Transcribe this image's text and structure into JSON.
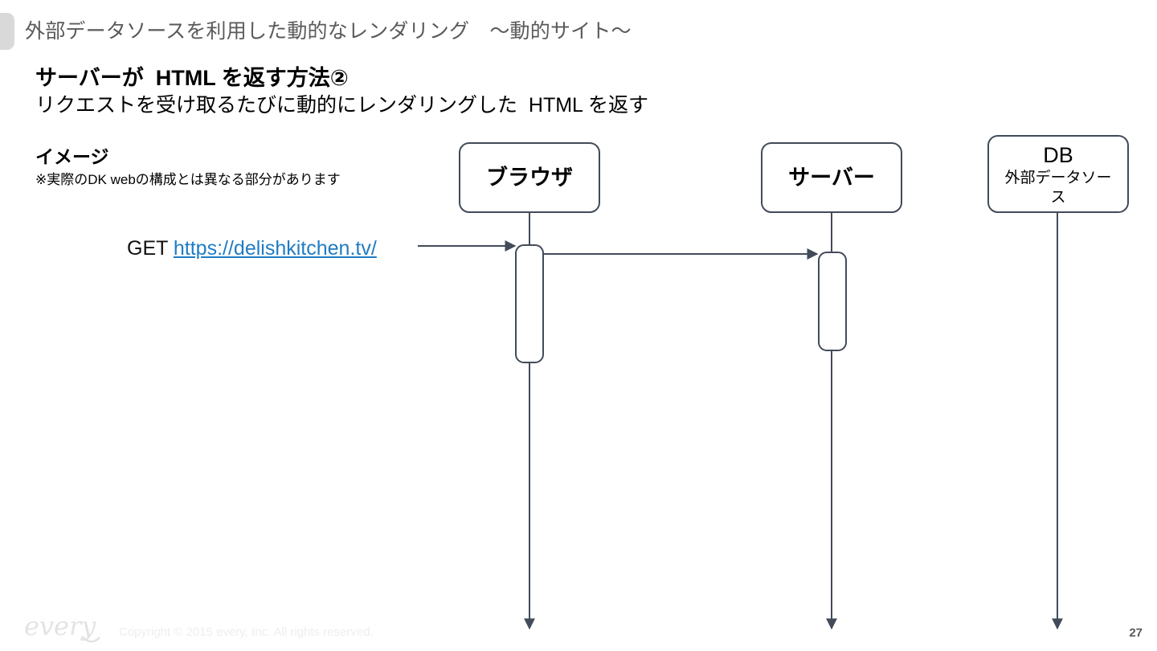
{
  "slide": {
    "header_title": "外部データソースを利用した動的なレンダリング　〜動的サイト〜",
    "headline": "サーバーが  HTML を返す方法②",
    "subhead": "リクエストを受け取るたびに動的にレンダリングした  HTML を返す",
    "image_label": "イメージ",
    "image_note": "※実際のDK webの構成とは異なる部分があります"
  },
  "request": {
    "verb": "GET ",
    "url": "https://delishkitchen.tv/"
  },
  "diagram": {
    "nodes": [
      {
        "id": "browser",
        "title": "ブラウザ",
        "subtitle": ""
      },
      {
        "id": "server",
        "title": "サーバー",
        "subtitle": ""
      },
      {
        "id": "db",
        "title": "DB",
        "subtitle": "外部データソース"
      }
    ]
  },
  "footer": {
    "logo_text": "every",
    "copyright": "Copyright © 2015 every, Inc. All rights reserved.",
    "page_number": "27"
  },
  "colors": {
    "stroke": "#424b59",
    "link": "#1f7cc4",
    "header_text": "#5a5a5a",
    "header_tab": "#d9d9d9",
    "footer_text": "#eeeeee"
  }
}
